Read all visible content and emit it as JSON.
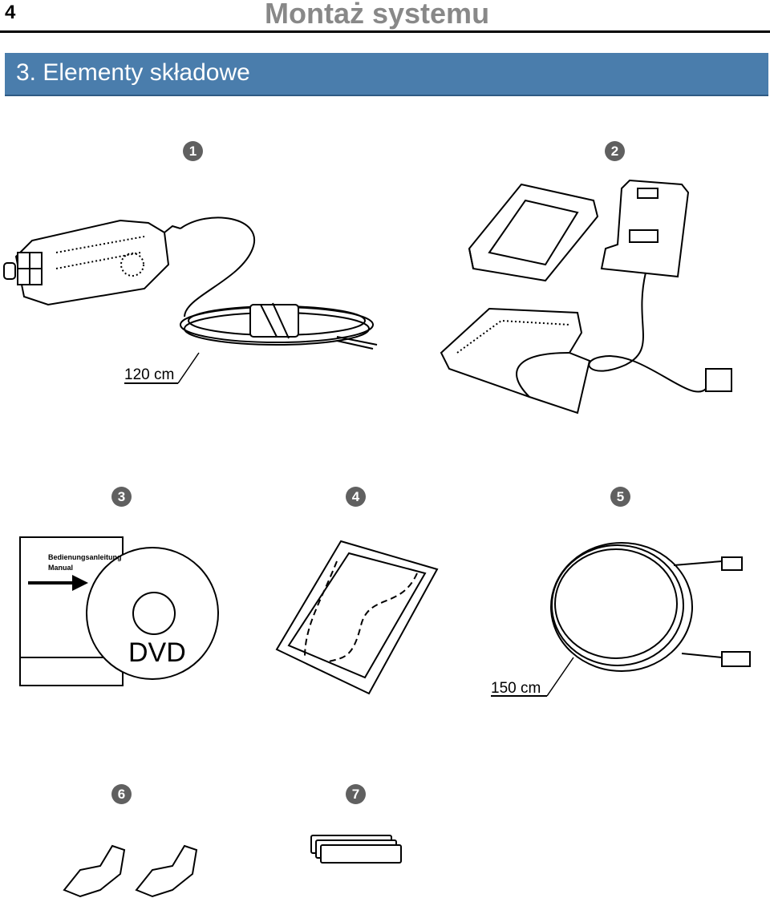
{
  "header": {
    "page_number": "4",
    "chapter_title": "Montaż systemu",
    "section_title": "3. Elementy składowe",
    "banner_color": "#4a7dac"
  },
  "items": [
    {
      "number": "1",
      "icon": "sensor-with-cable",
      "caption": "120 cm"
    },
    {
      "number": "2",
      "icon": "remote-holder-and-case"
    },
    {
      "number": "3",
      "icon": "manual-and-dvd",
      "manual_text": [
        "Bedienungsanleitung",
        "Manual"
      ],
      "disc_text": "DVD"
    },
    {
      "number": "4",
      "icon": "adhesive-pad"
    },
    {
      "number": "5",
      "icon": "usb-cable",
      "caption": "150 cm"
    },
    {
      "number": "6",
      "icon": "clips"
    },
    {
      "number": "7",
      "icon": "adhesive-strips"
    }
  ]
}
